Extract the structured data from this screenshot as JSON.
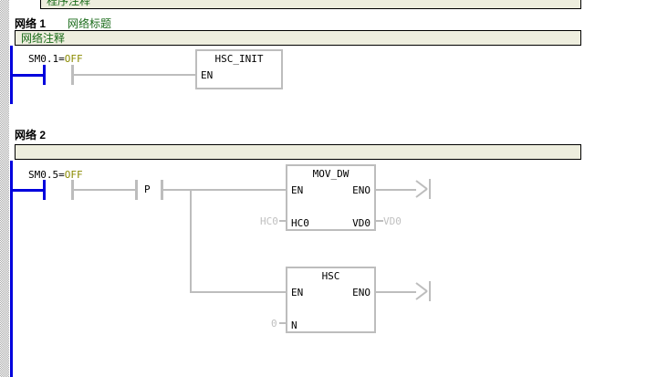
{
  "program": {
    "program_comment": "程序注释"
  },
  "networks": [
    {
      "label_prefix": "网络",
      "number": "1",
      "title": "网络标题",
      "comment": "网络注释",
      "contact": {
        "address": "SM0.1",
        "equals": "=",
        "state": "OFF"
      },
      "blocks": [
        {
          "name": "HSC_INIT",
          "pins": [
            {
              "side": "left",
              "label": "EN"
            }
          ]
        }
      ]
    },
    {
      "label_prefix": "网络",
      "number": "2",
      "title": "",
      "comment": "",
      "contact": {
        "address": "SM0.5",
        "equals": "=",
        "state": "OFF"
      },
      "transition": {
        "label": "P"
      },
      "blocks": [
        {
          "name": "MOV_DW",
          "pins": [
            {
              "side": "left",
              "label": "EN"
            },
            {
              "side": "right",
              "label": "ENO"
            },
            {
              "side": "left",
              "label": "HC0",
              "operand": "HC0"
            },
            {
              "side": "right",
              "label": "VD0",
              "operand": "VD0"
            }
          ]
        },
        {
          "name": "HSC",
          "pins": [
            {
              "side": "left",
              "label": "EN"
            },
            {
              "side": "right",
              "label": "ENO"
            },
            {
              "side": "left",
              "label": "N",
              "operand": "0"
            }
          ]
        }
      ]
    }
  ],
  "colors": {
    "rail": "#0000dd",
    "wire": "#bdbdbd",
    "comment_bg": "#eeeede",
    "comment_text": "#1a6b1a",
    "state_text": "#8a8a00"
  }
}
